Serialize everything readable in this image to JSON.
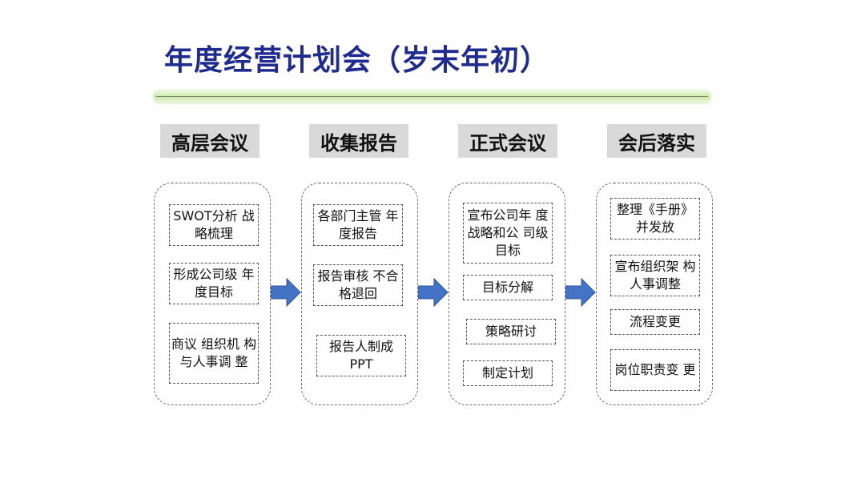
{
  "title": "年度经营计划会（岁末年初）",
  "colors": {
    "title": "#1f2b8f",
    "arrow": "#4472c4",
    "header_bg": "#d9d9d9",
    "divider": "#cfe9b0"
  },
  "stages": [
    {
      "header": "高层会议",
      "items": [
        "SWOT分析 战略梳理",
        "形成公司级 年度目标",
        "商议 组织机 构与人事调 整"
      ]
    },
    {
      "header": "收集报告",
      "items": [
        "各部门主管 年度报告",
        "报告审核 不合格退回",
        "报告人制成 PPT"
      ]
    },
    {
      "header": "正式会议",
      "items": [
        "宣布公司年 度战略和公 司级目标",
        "目标分解",
        "策略研讨",
        "制定计划"
      ]
    },
    {
      "header": "会后落实",
      "items": [
        "整理《手册》 并发放",
        "宣布组织架 构人事调整",
        "流程变更",
        "岗位职责变 更"
      ]
    }
  ]
}
